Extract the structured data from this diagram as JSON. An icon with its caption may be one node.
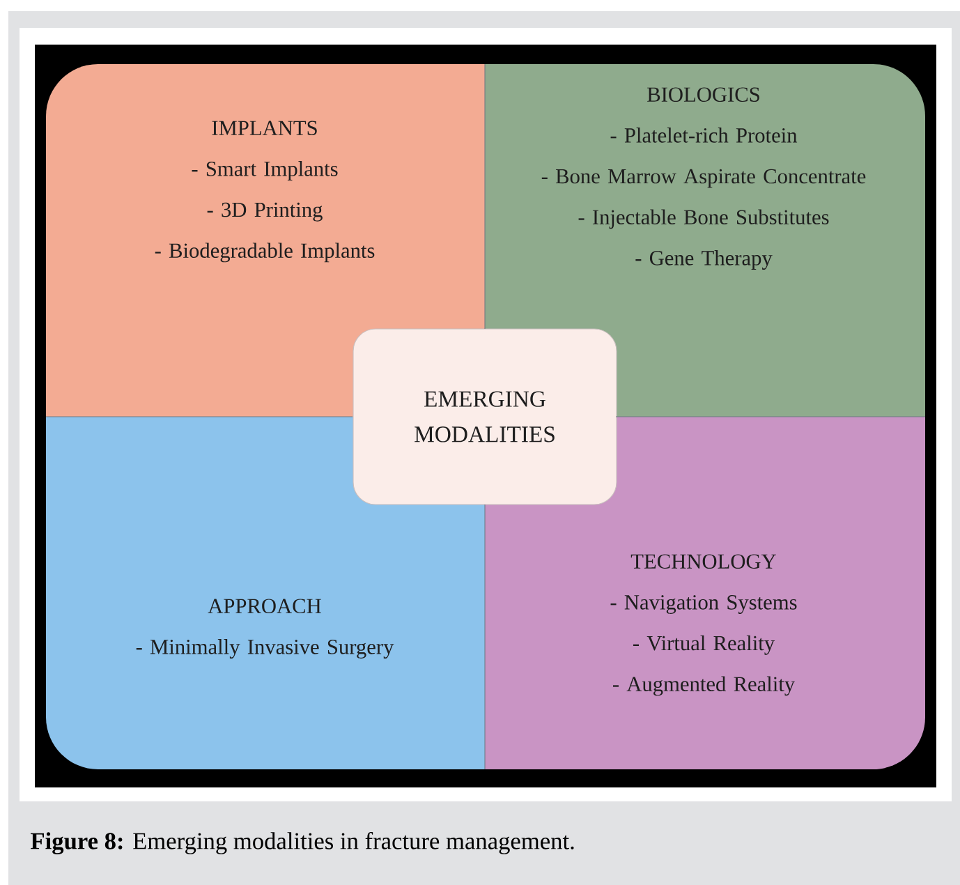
{
  "diagram": {
    "caption": "**Figure 8:** Emerging modalities in fracture management.",
    "nodes": [
      {
        "text": [
          "IMPLANTS",
          "- Smart Implants",
          "- 3D Printing",
          "- Biodegradable Implants"
        ]
      },
      {
        "text": [
          "BIOLOGICS",
          "- Platelet-rich Protein",
          "- Bone Marrow Aspirate Concentrate",
          "- Injectable Bone Substitutes",
          "- Gene Therapy"
        ]
      },
      {
        "text": [
          "APPROACH",
          "- Minimally Invasive Surgery"
        ]
      },
      {
        "text": [
          "TECHNOLOGY",
          "- Navigation Systems",
          "- Virtual Reality",
          "- Augmented Reality"
        ]
      },
      {
        "text": [
          "EMERGING MODALITIES"
        ]
      }
    ]
  }
}
